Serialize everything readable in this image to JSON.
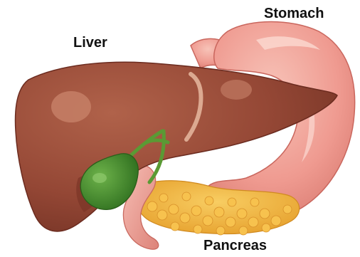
{
  "labels": {
    "liver": "Liver",
    "stomach": "Stomach",
    "pancreas": "Pancreas"
  },
  "colors": {
    "liver": "#8e4330",
    "liver_highlight": "#b5674f",
    "stomach": "#ef9a90",
    "stomach_shadow": "#d7786e",
    "gallbladder": "#3f8a2b",
    "pancreas": "#f2b23c",
    "duodenum": "#f0a8a0"
  }
}
